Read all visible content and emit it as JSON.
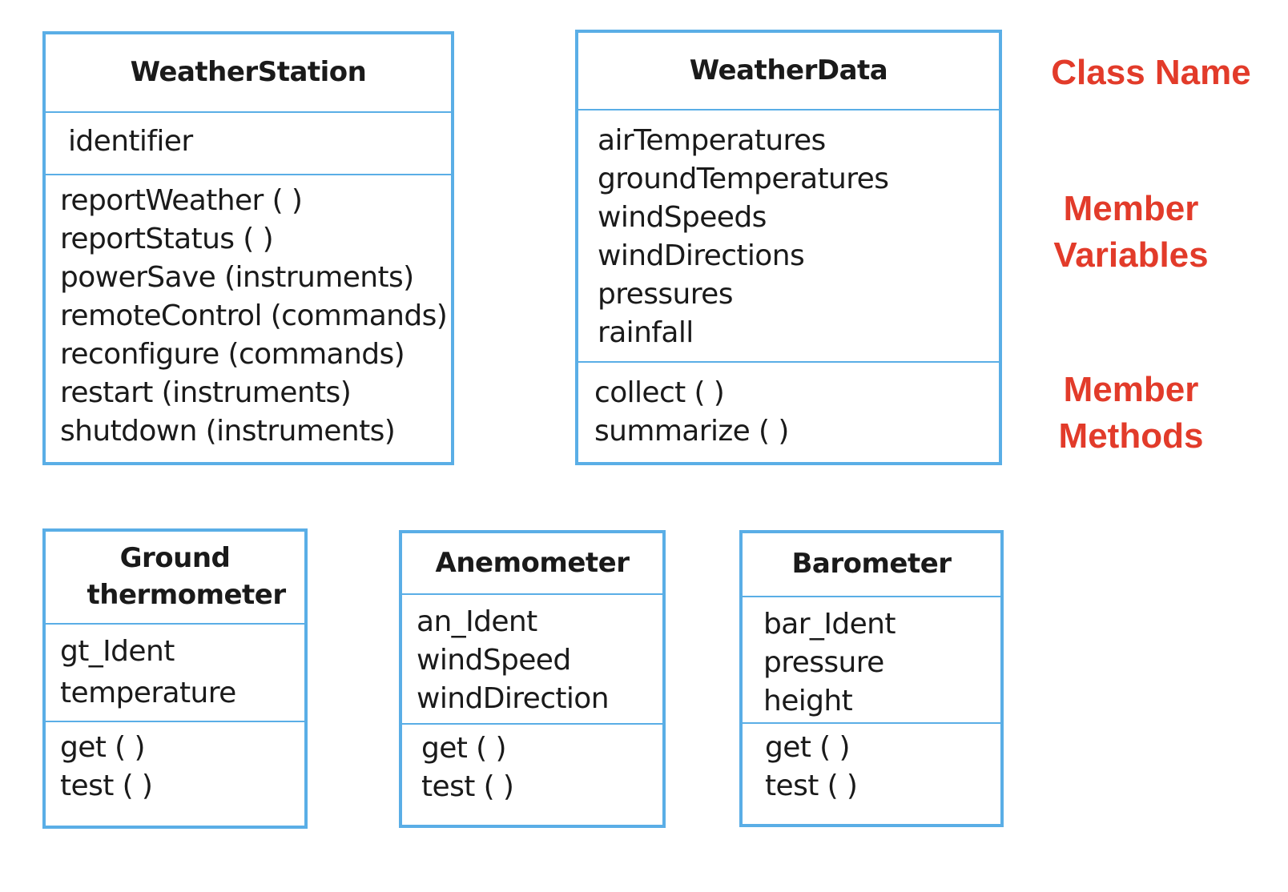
{
  "classes": {
    "weather_station": {
      "name": "WeatherStation",
      "attributes": [
        "identifier"
      ],
      "methods": [
        "reportWeather ( )",
        "reportStatus ( )",
        "powerSave (instruments)",
        "remoteControl (commands)",
        "reconfigure (commands)",
        "restart (instruments)",
        "shutdown (instruments)"
      ]
    },
    "weather_data": {
      "name": "WeatherData",
      "attributes": [
        "airTemperatures",
        "groundTemperatures",
        "windSpeeds",
        "windDirections",
        "pressures",
        "rainfall"
      ],
      "methods": [
        "collect ( )",
        "summarize ( )"
      ]
    },
    "ground_thermometer": {
      "name": "Ground thermometer",
      "attributes": [
        "gt_Ident",
        "temperature"
      ],
      "methods": [
        "get ( )",
        "test ( )"
      ]
    },
    "anemometer": {
      "name": "Anemometer",
      "attributes": [
        "an_Ident",
        "windSpeed",
        "windDirection"
      ],
      "methods": [
        "get ( )",
        "test ( )"
      ]
    },
    "barometer": {
      "name": "Barometer",
      "attributes": [
        "bar_Ident",
        "pressure",
        "height"
      ],
      "methods": [
        "get ( )",
        "test ( )"
      ]
    }
  },
  "legend": {
    "class_name": "Class Name",
    "member_variables": "Member Variables",
    "member_methods": "Member Methods"
  },
  "colors": {
    "box_border": "#5aaee6",
    "legend_text": "#e23b2a"
  }
}
